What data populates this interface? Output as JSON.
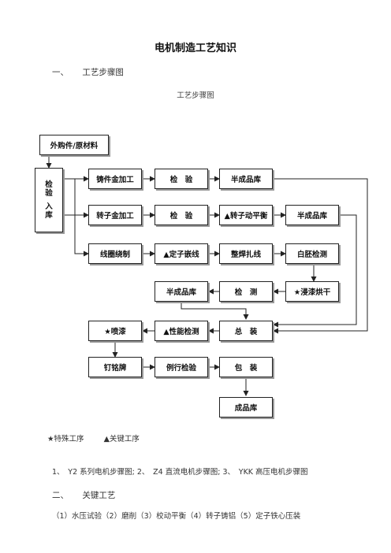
{
  "doc": {
    "title": "电机制造工艺知识",
    "section1": {
      "num": "一、",
      "text": "工艺步骤图"
    },
    "diagram_caption": "工艺步骤图",
    "section2": {
      "num": "二、",
      "text": "关键工艺"
    }
  },
  "flow": {
    "raw": "外购件/原材料",
    "inspect_in": [
      "检",
      "验",
      "入",
      "库"
    ],
    "r1": [
      "铸件金加工",
      "检　验",
      "半成品库"
    ],
    "r2": [
      "转子金加工",
      "检　验",
      "▲转子动平衡",
      "半成品库"
    ],
    "r3": [
      "线圈绕制",
      "▲定子嵌线",
      "整焊扎线",
      "白胚检测"
    ],
    "r4": [
      "半成品库",
      "检　测",
      "★浸漆烘干"
    ],
    "r5": [
      "★喷漆",
      "▲性能检测",
      "总　装"
    ],
    "r6": [
      "钉铭牌",
      "例行检验",
      "包　装"
    ],
    "r7": "成品库"
  },
  "legend": {
    "special": "★特殊工序",
    "key": "▲关键工序"
  },
  "para1": "1、　Y2 系列电机步骤图; 2、　Z4 直流电机步骤图; 3、　YKK 高压电机步骤图",
  "para2": "（1）水压试验（2）磨削（3）校动平衡（4）转子铸铝（5）定子铁心压装"
}
